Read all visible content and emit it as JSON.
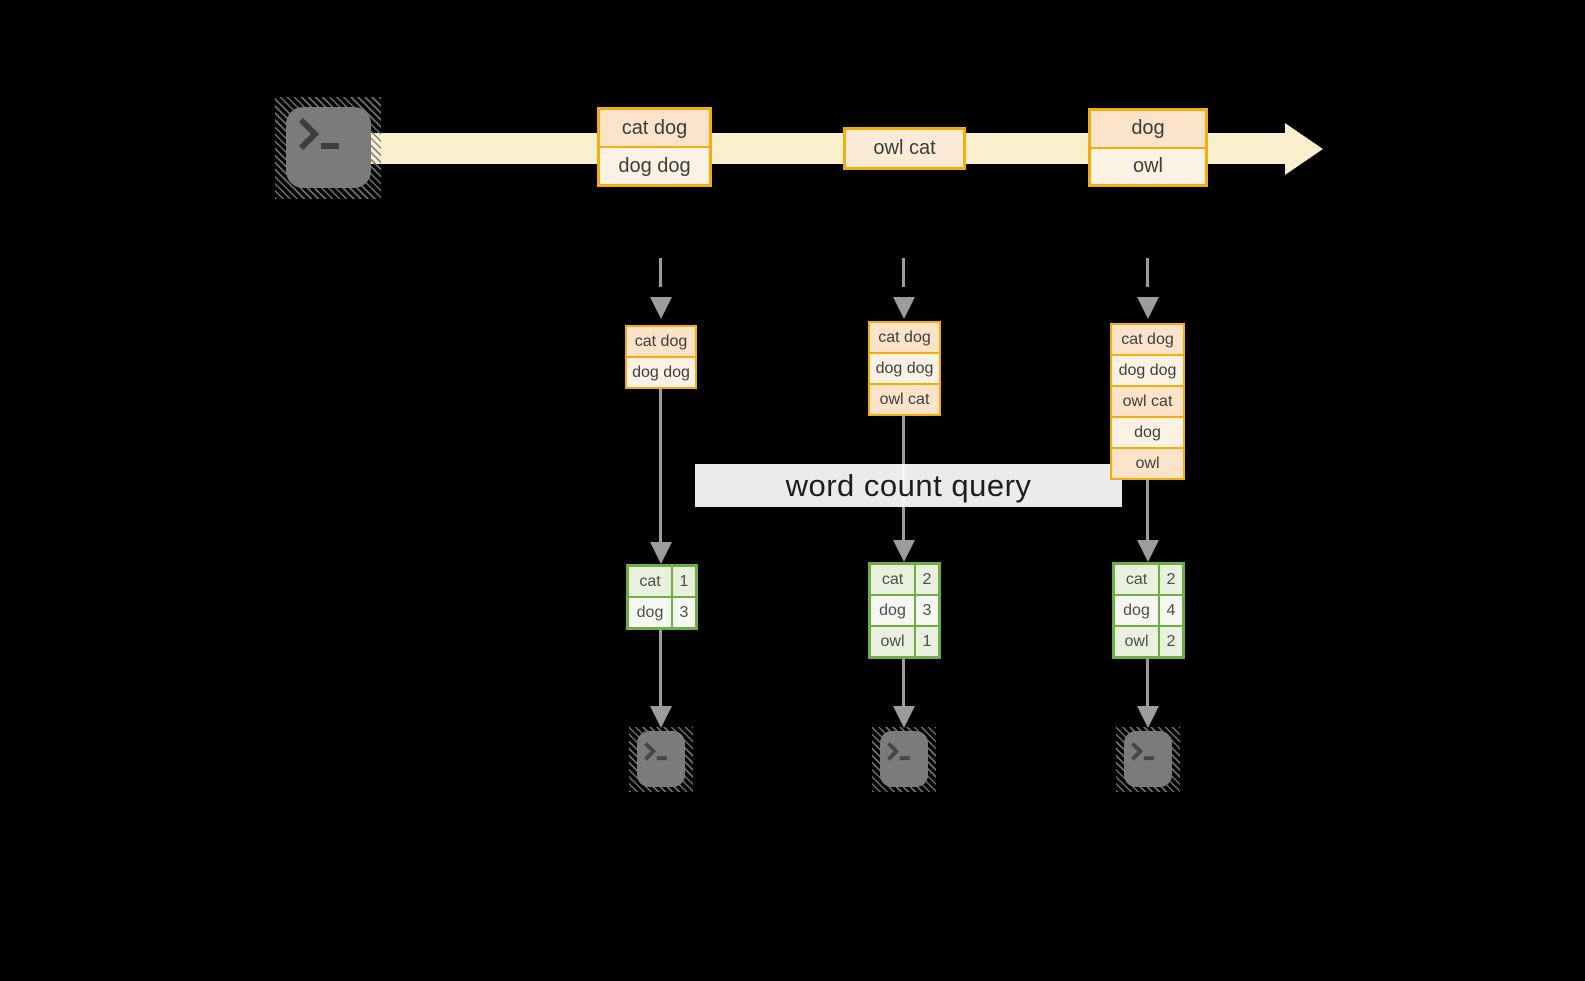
{
  "query_label": "word count query",
  "timeline_events": [
    {
      "rows": [
        "cat dog",
        "dog dog"
      ]
    },
    {
      "rows": [
        "owl cat"
      ]
    },
    {
      "rows": [
        "dog",
        "owl"
      ]
    }
  ],
  "columns": [
    {
      "state_rows": [
        "cat dog",
        "dog dog"
      ],
      "counts": [
        {
          "word": "cat",
          "count": "1"
        },
        {
          "word": "dog",
          "count": "3"
        }
      ]
    },
    {
      "state_rows": [
        "cat dog",
        "dog dog",
        "owl cat"
      ],
      "counts": [
        {
          "word": "cat",
          "count": "2"
        },
        {
          "word": "dog",
          "count": "3"
        },
        {
          "word": "owl",
          "count": "1"
        }
      ]
    },
    {
      "state_rows": [
        "cat dog",
        "dog dog",
        "owl cat",
        "dog",
        "owl"
      ],
      "counts": [
        {
          "word": "cat",
          "count": "2"
        },
        {
          "word": "dog",
          "count": "4"
        },
        {
          "word": "owl",
          "count": "2"
        }
      ]
    }
  ],
  "icons": {
    "source": "terminal-icon",
    "sink": "terminal-icon"
  },
  "colors": {
    "accent_gold": "#F2AE0C",
    "row_peach": "#FAE3C8",
    "row_cream": "#FCF2E3",
    "timeline_band": "#FAF0CE",
    "table_green_border": "#6FAD47",
    "cell_green_dark": "#E9F0DE",
    "cell_green_light": "#F5F8F1",
    "arrow_gray": "#9C9C9C",
    "terminal_gray": "#7B7B7B",
    "background": "#000000"
  }
}
